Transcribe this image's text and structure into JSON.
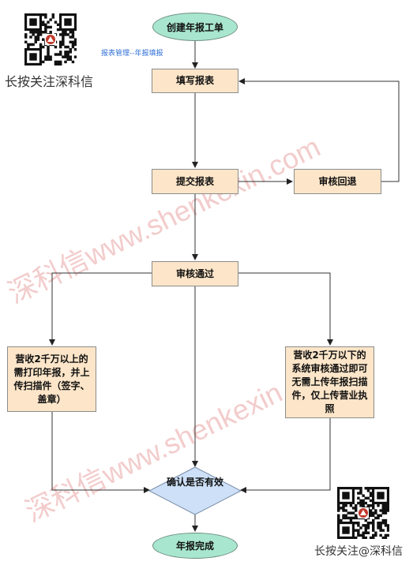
{
  "watermarks": [
    {
      "text": "深科信www.shenkexin.com"
    },
    {
      "text": "深科信www.shenkexin.com"
    }
  ],
  "nodes": {
    "start": "创建年报工单",
    "fill": "填写报表",
    "submit": "提交报表",
    "review_back": "审核回退",
    "review_pass": "审核通过",
    "above": "营收2千万以上的需打印年报，并上传扫描件（签字、盖章）",
    "below": "营收2千万以下的系统审核通过即可无需上传年报扫描件，仅上传营业执照",
    "confirm": "确认是否有效",
    "end": "年报完成"
  },
  "path_label": "报表管理--年报填报",
  "qr_top_caption": "长按关注深科信",
  "qr_bottom_caption": "长按关注@深科信",
  "colors": {
    "process_fill": "#fce5c8",
    "terminal_fill": "#a8e6cf",
    "decision_fill": "#cde0f7",
    "watermark": "#f2c9c9",
    "link_text": "#2f6fd6"
  }
}
